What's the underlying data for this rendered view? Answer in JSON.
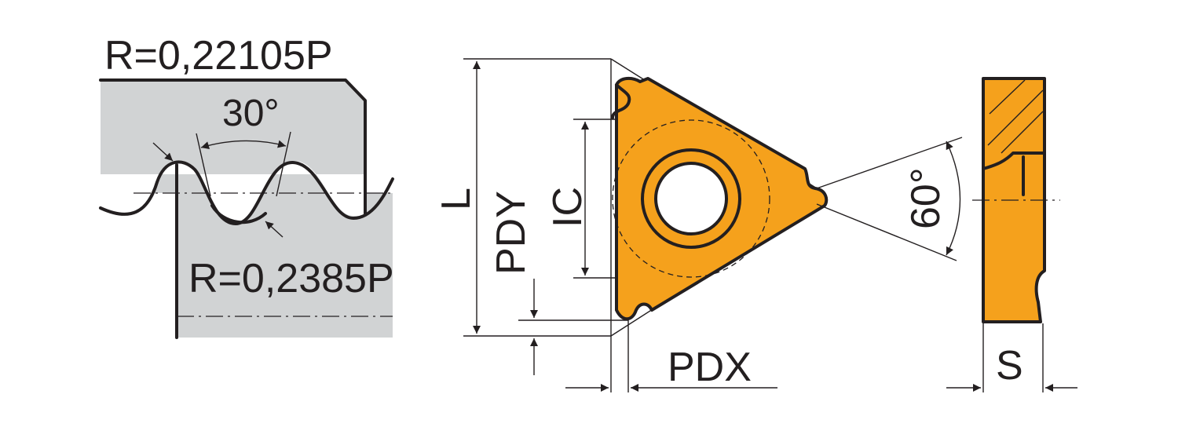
{
  "profile_view": {
    "crest_radius": "R=0,22105P",
    "root_radius": "R=0,2385P",
    "flank_angle": "30°"
  },
  "insert_view": {
    "length_label": "L",
    "inscribed_circle_label": "IC",
    "pdy_label": "PDY",
    "pdx_label": "PDX"
  },
  "side_view": {
    "tip_angle": "60°",
    "thickness_label": "S"
  },
  "colors": {
    "insert_fill": "#f5a11c",
    "workpiece_fill": "#d1d3d4",
    "line": "#231f20"
  }
}
